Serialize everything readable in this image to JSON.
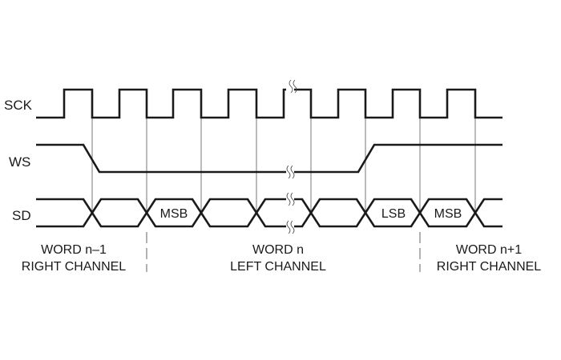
{
  "signals": {
    "sck": "SCK",
    "ws": "WS",
    "sd": "SD"
  },
  "bits": {
    "msb_first": "MSB",
    "lsb": "LSB",
    "msb_next": "MSB"
  },
  "words": [
    {
      "word": "WORD n–1",
      "channel": "RIGHT CHANNEL"
    },
    {
      "word": "WORD n",
      "channel": "LEFT CHANNEL"
    },
    {
      "word": "WORD n+1",
      "channel": "RIGHT CHANNEL"
    }
  ]
}
